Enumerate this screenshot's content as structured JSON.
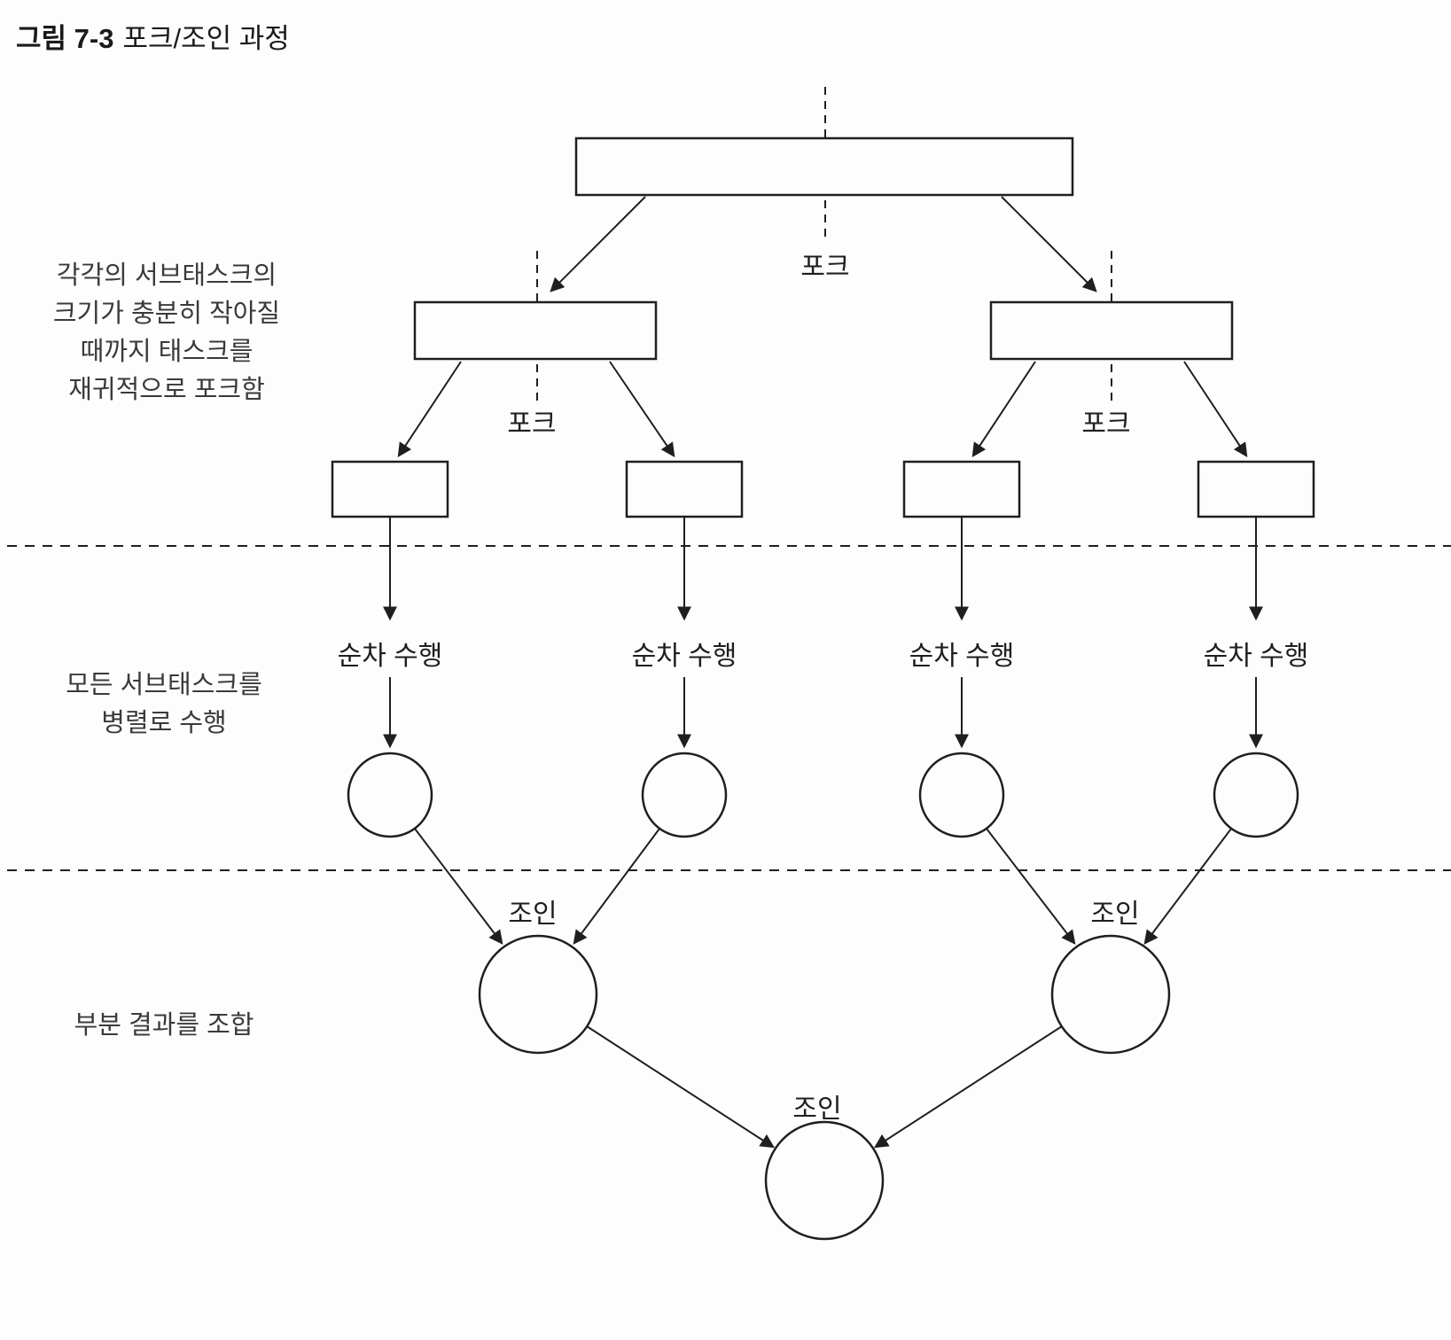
{
  "figure": {
    "number": "그림 7-3",
    "caption": "포크/조인 과정"
  },
  "labels": {
    "fork": "포크",
    "join": "조인",
    "sequential": "순차 수행"
  },
  "annotations": {
    "recursive_fork": "각각의 서브태스크의\n크기가 충분히 작아질\n때까지 태스크를\n재귀적으로 포크함",
    "parallel_execute": "모든 서브태스크를\n병렬로 수행",
    "combine_results": "부분 결과를 조합"
  },
  "diagram": {
    "type": "fork-join-flow",
    "phases": [
      "fork",
      "parallel-execute",
      "join"
    ],
    "colors": {
      "line": "#1f1f1f",
      "background": "#fdfdfd"
    }
  }
}
